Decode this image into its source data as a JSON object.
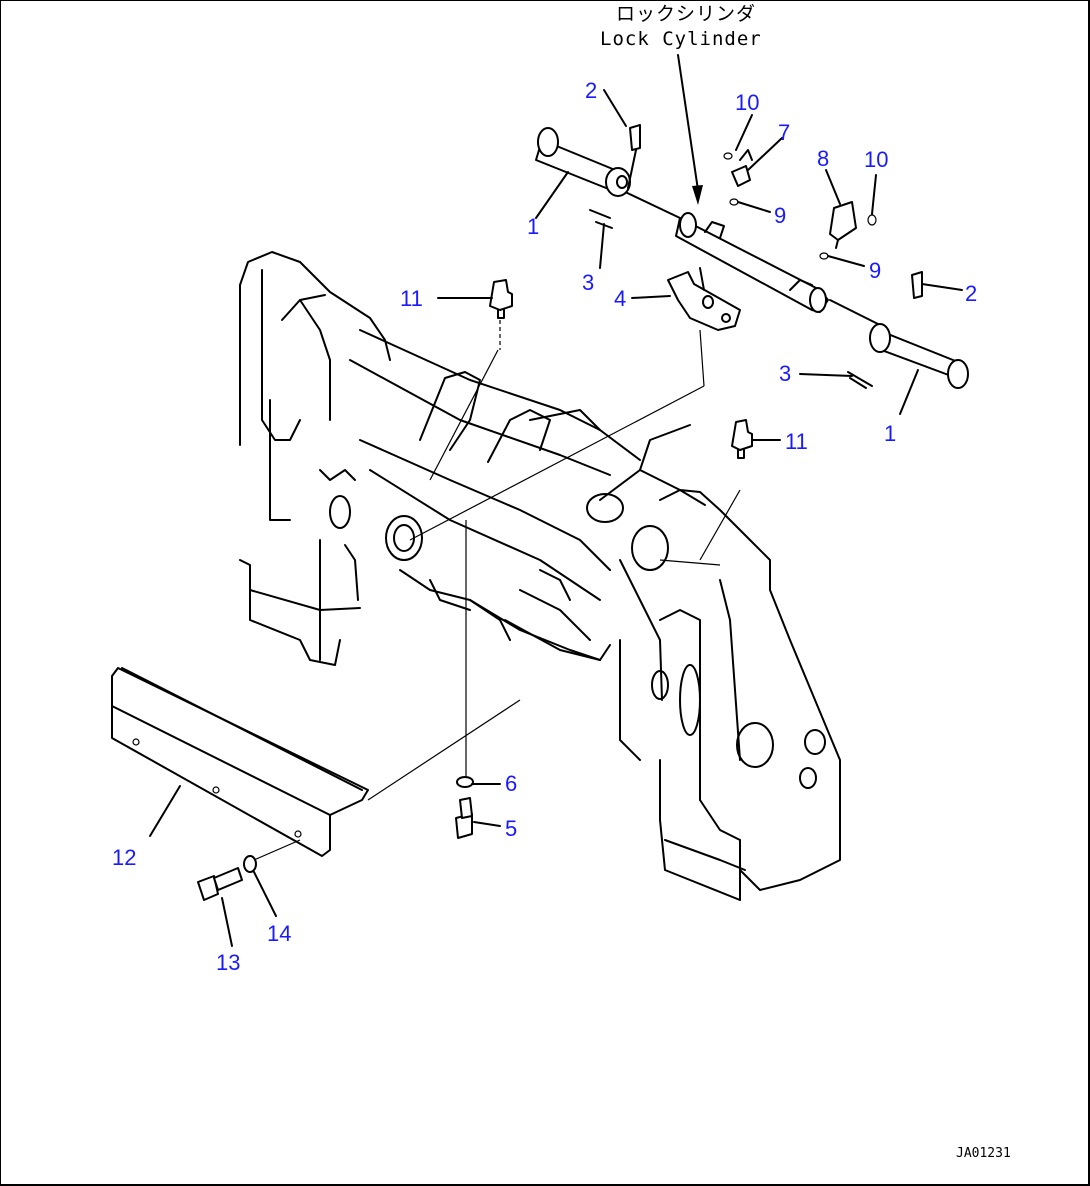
{
  "header": {
    "title_jp": "ロックシリンダ",
    "title_en": "Lock Cylinder"
  },
  "callouts": [
    {
      "id": "c1a",
      "label": "1"
    },
    {
      "id": "c1b",
      "label": "1"
    },
    {
      "id": "c2a",
      "label": "2"
    },
    {
      "id": "c2b",
      "label": "2"
    },
    {
      "id": "c3a",
      "label": "3"
    },
    {
      "id": "c3b",
      "label": "3"
    },
    {
      "id": "c4",
      "label": "4"
    },
    {
      "id": "c5",
      "label": "5"
    },
    {
      "id": "c6",
      "label": "6"
    },
    {
      "id": "c7",
      "label": "7"
    },
    {
      "id": "c8",
      "label": "8"
    },
    {
      "id": "c9a",
      "label": "9"
    },
    {
      "id": "c9b",
      "label": "9"
    },
    {
      "id": "c10a",
      "label": "10"
    },
    {
      "id": "c10b",
      "label": "10"
    },
    {
      "id": "c11a",
      "label": "11"
    },
    {
      "id": "c11b",
      "label": "11"
    },
    {
      "id": "c12",
      "label": "12"
    },
    {
      "id": "c13",
      "label": "13"
    },
    {
      "id": "c14",
      "label": "14"
    }
  ],
  "footer": {
    "drawing_code": "JA01231"
  }
}
